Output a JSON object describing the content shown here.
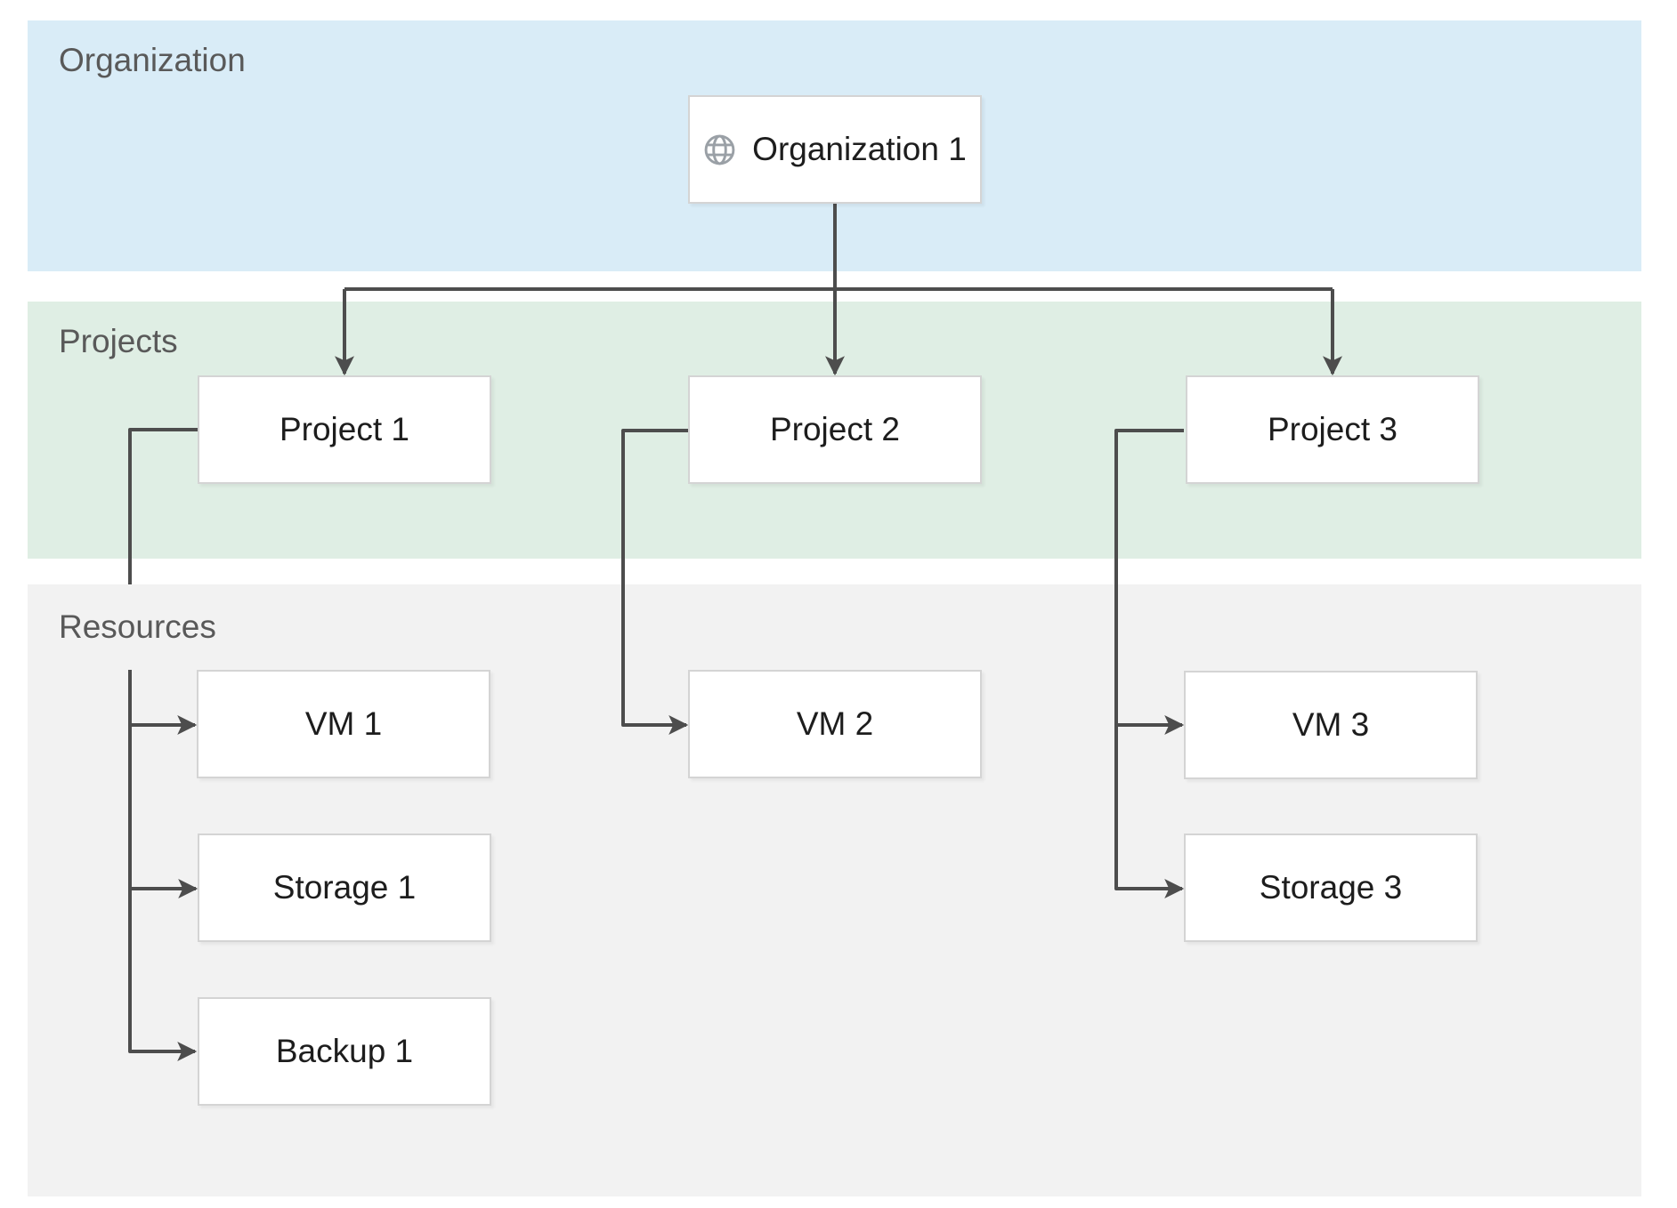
{
  "diagram": {
    "type": "swimlane-hierarchy",
    "bands": {
      "organization": {
        "label": "Organization"
      },
      "projects": {
        "label": "Projects"
      },
      "resources": {
        "label": "Resources"
      }
    },
    "nodes": {
      "organization": {
        "label": "Organization 1",
        "icon": "globe-icon"
      },
      "projects": [
        {
          "label": "Project 1"
        },
        {
          "label": "Project 2"
        },
        {
          "label": "Project 3"
        }
      ],
      "resources": [
        {
          "parent": "Project 1",
          "label": "VM 1"
        },
        {
          "parent": "Project 1",
          "label": "Storage 1"
        },
        {
          "parent": "Project 1",
          "label": "Backup 1"
        },
        {
          "parent": "Project 2",
          "label": "VM 2"
        },
        {
          "parent": "Project 3",
          "label": "VM 3"
        },
        {
          "parent": "Project 3",
          "label": "Storage 3"
        }
      ]
    },
    "colors": {
      "organization_band": "#d9ecf7",
      "projects_band": "#dfeee4",
      "resources_band": "#f2f2f2",
      "node_fill": "#ffffff",
      "node_border": "#d4d4d4",
      "connector": "#4d4d4d",
      "band_label_text": "#595959",
      "node_label_text": "#1d1d1d",
      "globe_icon": "#9aa0a6"
    }
  }
}
